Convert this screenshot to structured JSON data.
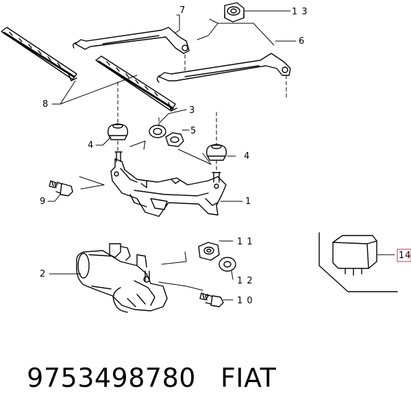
{
  "callouts": [
    {
      "id": "1",
      "label": "1"
    },
    {
      "id": "2",
      "label": "2"
    },
    {
      "id": "3",
      "label": "3"
    },
    {
      "id": "4a",
      "label": "4"
    },
    {
      "id": "4b",
      "label": "4"
    },
    {
      "id": "5",
      "label": "5"
    },
    {
      "id": "6",
      "label": "6"
    },
    {
      "id": "7",
      "label": "7"
    },
    {
      "id": "8",
      "label": "8"
    },
    {
      "id": "9",
      "label": "9"
    },
    {
      "id": "10",
      "label": "1 0"
    },
    {
      "id": "11",
      "label": "1 1"
    },
    {
      "id": "12",
      "label": "1 2"
    },
    {
      "id": "13",
      "label": "1 3"
    },
    {
      "id": "14",
      "label": "14"
    }
  ],
  "highlight_color": "#d03030",
  "caption": {
    "part_number": "9753498780",
    "brand": "FIAT"
  }
}
